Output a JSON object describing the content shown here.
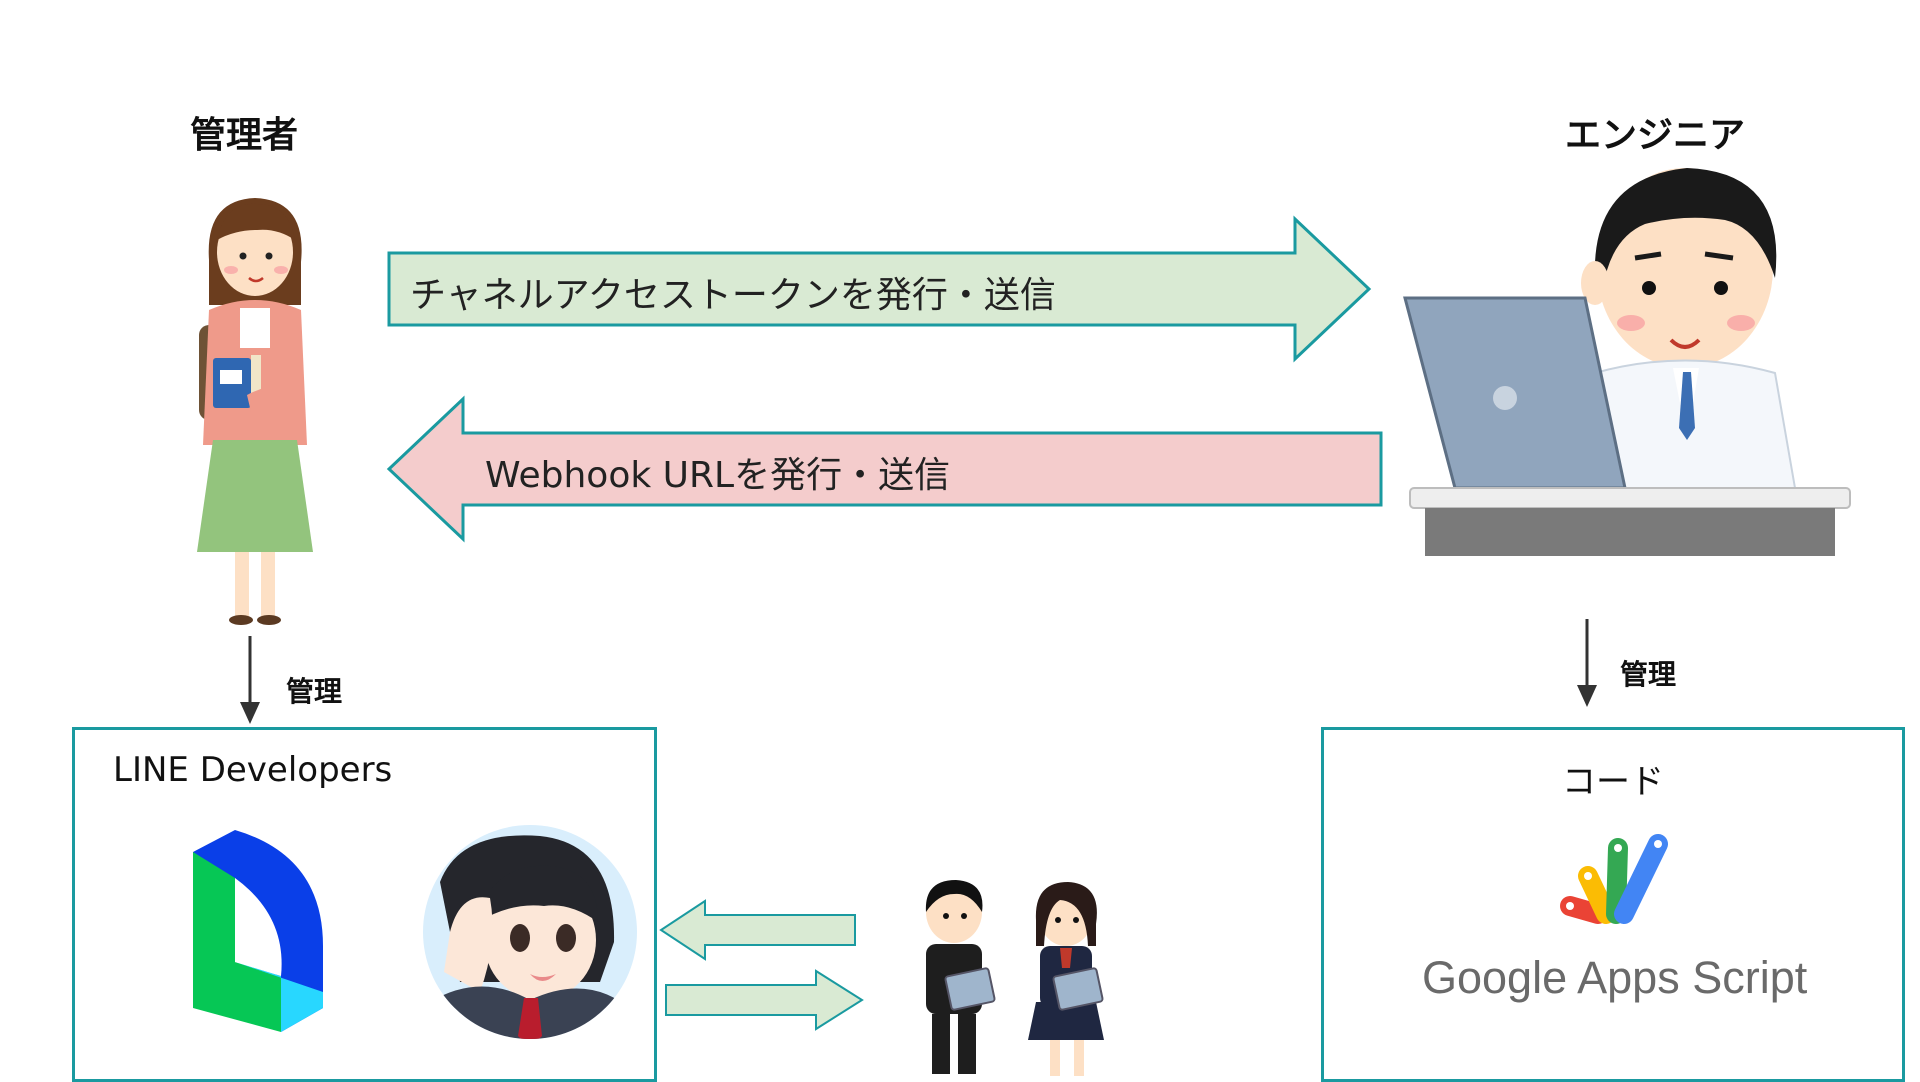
{
  "actors": {
    "admin": {
      "title": "管理者"
    },
    "engineer": {
      "title": "エンジニア"
    }
  },
  "arrows": {
    "to_engineer": {
      "label": "チャネルアクセストークンを発行・送信",
      "fill": "#d9ead3",
      "stroke": "#1a9aa0"
    },
    "to_admin": {
      "label": "Webhook URLを発行・送信",
      "fill": "#f4cccc",
      "stroke": "#1a9aa0"
    }
  },
  "manage_labels": {
    "left": "管理",
    "right": "管理"
  },
  "boxes": {
    "line_developers": {
      "title": "LINE Developers"
    },
    "code": {
      "title": "コード",
      "product_name_1": "Google",
      "product_name_2": "Apps Script"
    }
  },
  "colors": {
    "accent_border": "#1a9aa0",
    "gas_red": "#ea4335",
    "gas_yellow": "#fbbc04",
    "gas_green": "#34a853",
    "gas_blue": "#4285f4",
    "ld_green": "#06c755",
    "ld_blue": "#0a3fe8",
    "ld_cyan": "#28d7ff"
  },
  "icons": {
    "admin": "woman-holding-notebook",
    "engineer": "engineer-at-laptop",
    "line_developers_logo": "line-developers-logo",
    "bot_avatar": "anime-girl-avatar",
    "students": "students-with-tablets",
    "gas_logo": "google-apps-script-logo"
  }
}
